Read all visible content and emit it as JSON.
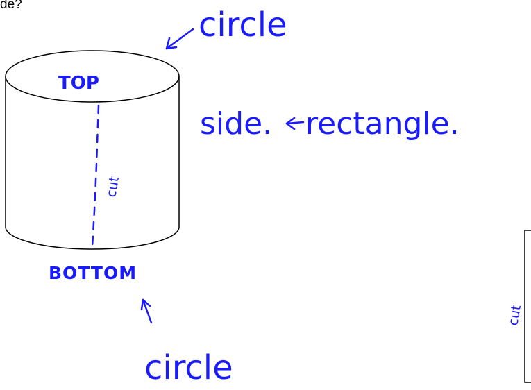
{
  "question_fragment": "de?",
  "colors": {
    "ink": "#1a1aff",
    "outline": "#000000",
    "background": "#ffffff"
  },
  "cylinder": {
    "top_label": "TOP",
    "bottom_label": "BOTTOM",
    "cut_label": "cut"
  },
  "annotations": {
    "top_shape": "circle",
    "side": "side.",
    "side_shape": "rectangle.",
    "bottom_shape": "circle"
  },
  "net": {
    "cut_label": "cut"
  }
}
